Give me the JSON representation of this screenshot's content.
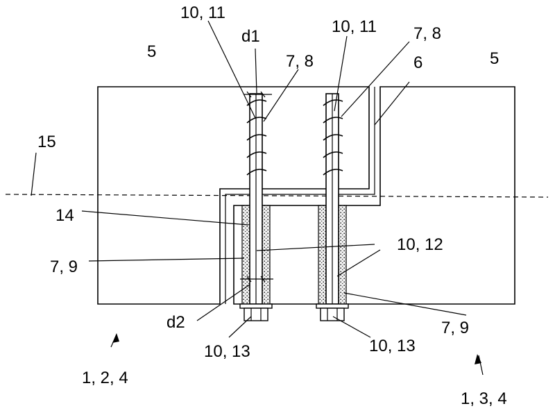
{
  "colors": {
    "stroke": "#000000",
    "background": "#ffffff",
    "grout_fill": "#e6e6e6"
  },
  "labels": {
    "top_left_anchor": "10, 11",
    "top_right_anchor": "10, 11",
    "d1": "d1",
    "thread_left": "7, 8",
    "thread_right": "7, 8",
    "part_6": "6",
    "block_left": "5",
    "block_right": "5",
    "line_15": "15",
    "grout_14": "14",
    "rod_12": "10, 12",
    "grout_left": "7, 9",
    "grout_right": "7, 9",
    "d2": "d2",
    "nut_left": "10, 13",
    "nut_right": "10, 13",
    "assembly_left": "1, 2, 4",
    "assembly_right": "1, 3, 4"
  }
}
